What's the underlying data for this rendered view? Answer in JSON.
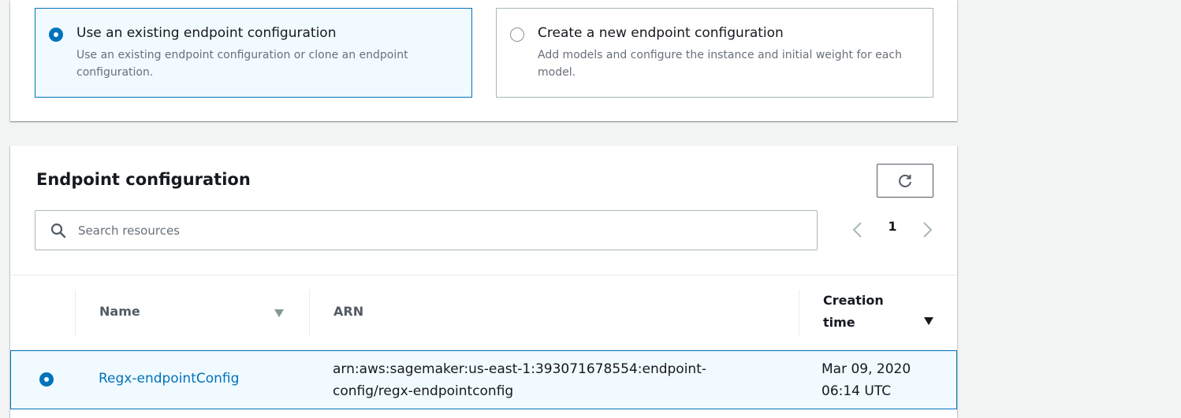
{
  "options": [
    {
      "title": "Use an existing endpoint configuration",
      "description": "Use an existing endpoint configuration or clone an endpoint configuration.",
      "selected": true
    },
    {
      "title": "Create a new endpoint configuration",
      "description": "Add models and configure the instance and initial weight for each model.",
      "selected": false
    }
  ],
  "endpoint_config": {
    "title": "Endpoint configuration",
    "refresh_icon": "refresh-icon",
    "search": {
      "placeholder": "Search resources",
      "value": "",
      "icon": "search-icon"
    },
    "pagination": {
      "current_page": "1",
      "prev_icon": "chevron-left-icon",
      "next_icon": "chevron-right-icon"
    },
    "columns": {
      "name": "Name",
      "arn": "ARN",
      "creation_time": "Creation time"
    },
    "rows": [
      {
        "name": "Regx-endpointConfig",
        "arn": "arn:aws:sagemaker:us-east-1:393071678554:endpoint-config/regx-endpointconfig",
        "creation_time": "Mar 09, 2020 06:14 UTC",
        "selected": true
      }
    ]
  },
  "colors": {
    "accent": "#0073bb",
    "selected_bg": "#f1faff",
    "page_bg": "#f2f3f3",
    "muted_text": "#687078"
  }
}
